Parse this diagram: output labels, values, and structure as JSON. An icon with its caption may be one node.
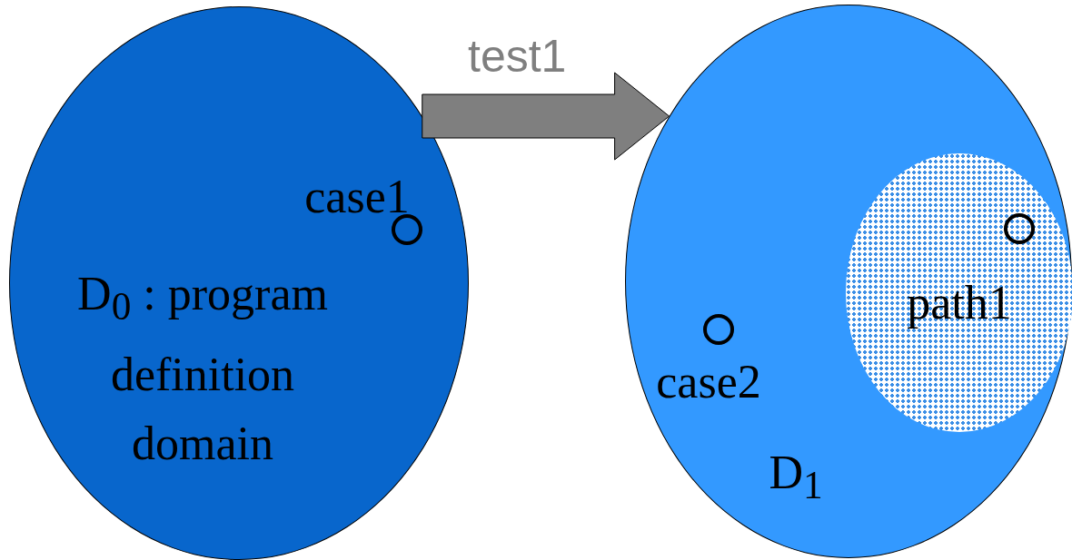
{
  "diagram": {
    "nodes": [
      {
        "text": [
          "D$_{0}$ : program definition domain"
        ]
      },
      {
        "text": [],
        "shape": "circle",
        "in": 0,
        "beside": [
          "case1"
        ]
      },
      {
        "text": [
          "D$_{1}$"
        ]
      },
      {
        "text": [],
        "shape": "circle",
        "in": 2,
        "beside": [
          "case2"
        ]
      },
      {
        "text": [
          "path1"
        ],
        "in": 2
      },
      {
        "text": [],
        "shape": "circle",
        "in": 4
      }
    ],
    "edges": [
      {
        "from": 0,
        "to": 2,
        "arrow": "to",
        "label": "test1",
        "style": "thick"
      }
    ]
  }
}
